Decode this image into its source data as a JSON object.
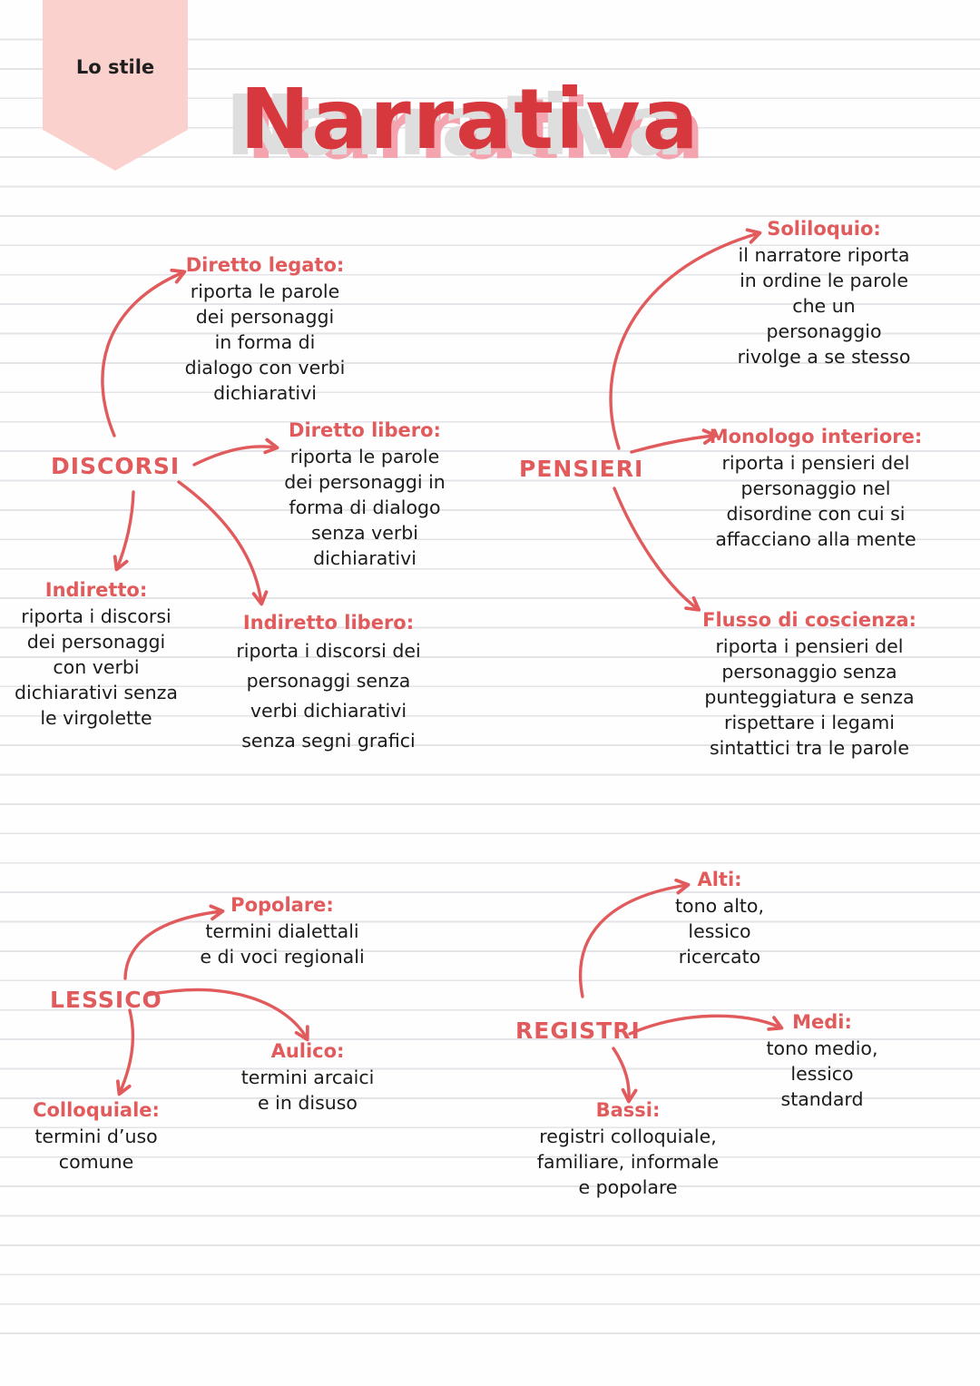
{
  "ribbon": {
    "label": "Lo stile"
  },
  "title": "Narrativa",
  "colors": {
    "accent": "#e15a5c",
    "title_red": "#d6383e",
    "title_pink": "#f3a4af",
    "title_gray": "#dedede",
    "ribbon_pink": "#fbd1ce",
    "line_gray": "#e4e4e8",
    "ink": "#1b1b1b"
  },
  "map": {
    "discorsi": {
      "label": "DISCORSI",
      "branches": [
        {
          "heading": "Diretto legato:",
          "body": "riporta le parole\ndei personaggi\nin forma di\ndialogo con verbi\ndichiarativi"
        },
        {
          "heading": "Diretto libero:",
          "body": "riporta le parole\ndei personaggi in\nforma di dialogo\nsenza verbi\ndichiarativi"
        },
        {
          "heading": "Indiretto:",
          "body": "riporta i discorsi\ndei personaggi\ncon verbi\ndichiarativi senza\nle virgolette"
        },
        {
          "heading": "Indiretto libero:",
          "body": "riporta i discorsi dei\npersonaggi senza\nverbi dichiarativi\nsenza segni grafici"
        }
      ]
    },
    "pensieri": {
      "label": "PENSIERI",
      "branches": [
        {
          "heading": "Soliloquio:",
          "body": "il narratore riporta\nin ordine le parole\nche un\npersonaggio\nrivolge a se stesso"
        },
        {
          "heading": "Monologo interiore:",
          "body": "riporta i pensieri del\npersonaggio nel\ndisordine con cui si\naffacciano alla mente"
        },
        {
          "heading": "Flusso di coscienza:",
          "body": "riporta i pensieri del\npersonaggio senza\npunteggiatura e senza\nrispettare i legami\nsintattici tra le parole"
        }
      ]
    },
    "lessico": {
      "label": "LESSICO",
      "branches": [
        {
          "heading": "Popolare:",
          "body": "termini dialettali\ne di voci regionali"
        },
        {
          "heading": "Aulico:",
          "body": "termini arcaici\ne in disuso"
        },
        {
          "heading": "Colloquiale:",
          "body": "termini d’uso\ncomune"
        }
      ]
    },
    "registri": {
      "label": "REGISTRI",
      "branches": [
        {
          "heading": "Alti:",
          "body": "tono alto,\nlessico\nricercato"
        },
        {
          "heading": "Medi:",
          "body": "tono medio,\nlessico\nstandard"
        },
        {
          "heading": "Bassi:",
          "body": "registri colloquiale,\nfamiliare, informale\ne popolare"
        }
      ]
    }
  }
}
